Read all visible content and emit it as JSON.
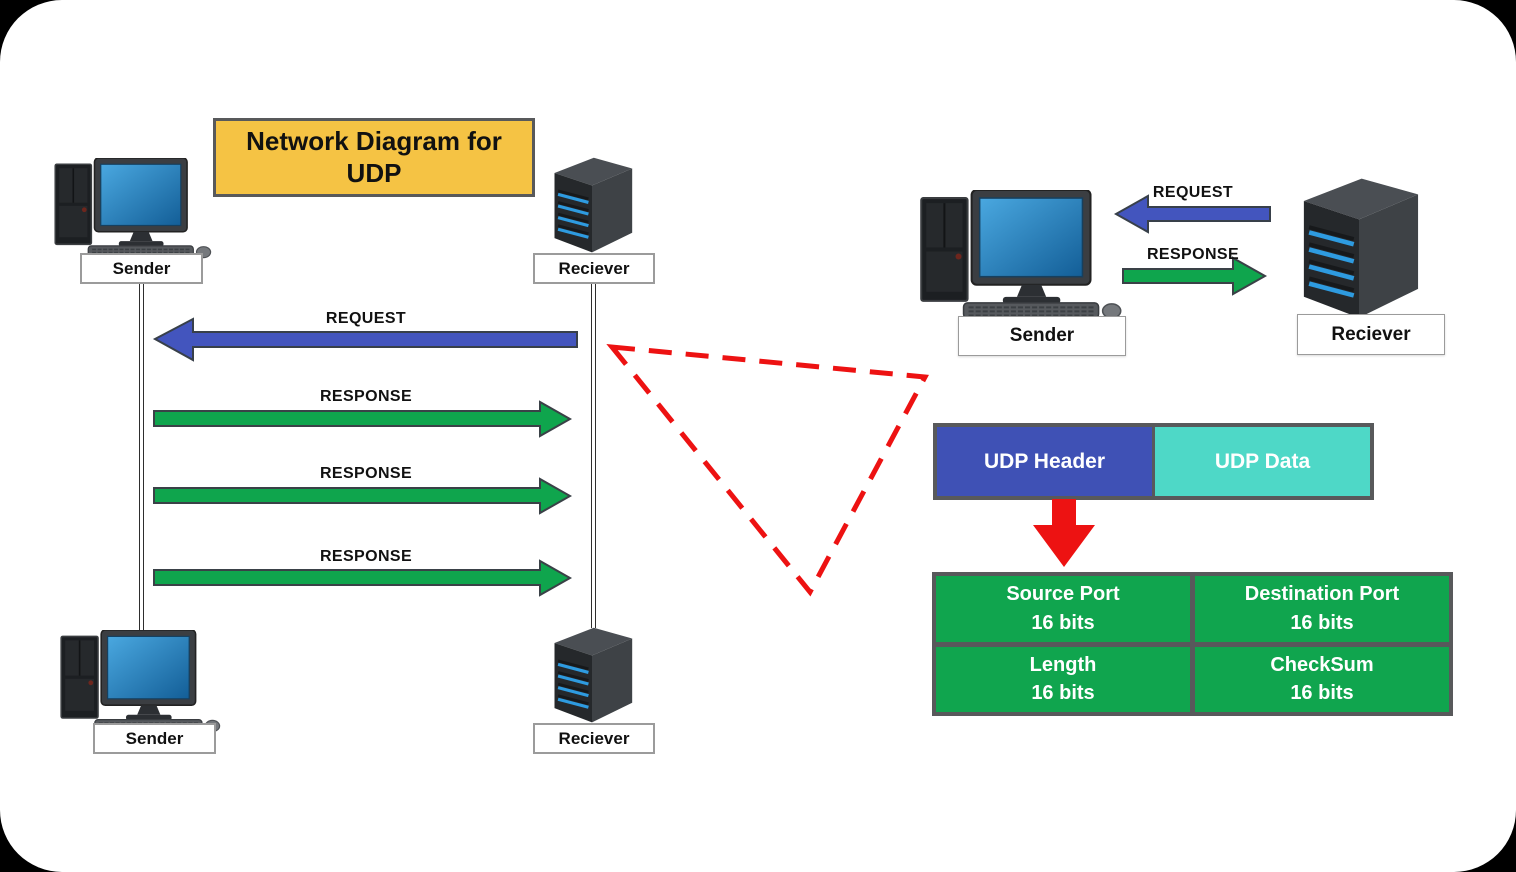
{
  "title": {
    "text": "Network Diagram for UDP"
  },
  "colors": {
    "title_bg": "#F5C344",
    "border_gray": "#58595B",
    "arrow_blue": "#4355BE",
    "arrow_green": "#0FA54D",
    "udp_header_bg": "#3F51B5",
    "udp_data_bg": "#4ED8C7",
    "field_green": "#10A54E",
    "accent_red": "#ED1212"
  },
  "sequence_diagram": {
    "sender_top": "Sender",
    "receiver_top": "Reciever",
    "sender_bottom": "Sender",
    "receiver_bottom": "Reciever",
    "request": "REQUEST",
    "responses": [
      "RESPONSE",
      "RESPONSE",
      "RESPONSE"
    ]
  },
  "exchange_diagram": {
    "sender": "Sender",
    "receiver": "Reciever",
    "request": "REQUEST",
    "response": "RESPONSE"
  },
  "packet": {
    "header": "UDP Header",
    "data": "UDP Data"
  },
  "header_fields": [
    {
      "name": "Source Port",
      "size": "16 bits"
    },
    {
      "name": "Destination Port",
      "size": "16 bits"
    },
    {
      "name": "Length",
      "size": "16 bits"
    },
    {
      "name": "CheckSum",
      "size": "16 bits"
    }
  ]
}
